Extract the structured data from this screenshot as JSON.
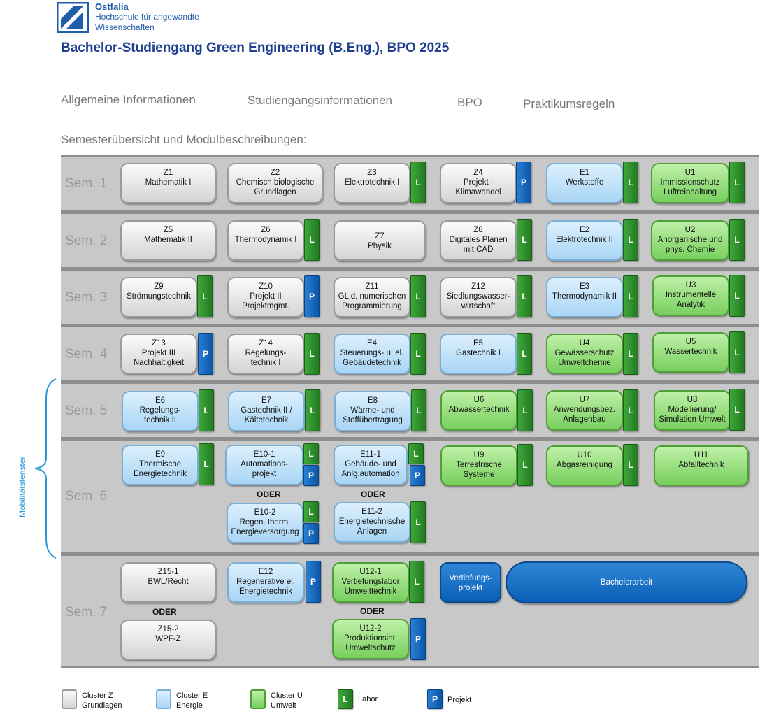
{
  "header": {
    "brand": "Ostfalia",
    "line2": "Hochschule für angewandte",
    "line3": "Wissenschaften",
    "title": "Bachelor-Studiengang Green Engineering (B.Eng.), BPO 2025"
  },
  "nav": {
    "allgemein": "Allgemeine Informationen",
    "studiengang": "Studiengangsinformationen",
    "bpo": "BPO",
    "praktikum": "Praktikumsregeln"
  },
  "subheading": "Semesterübersicht und Modulbeschreibungen:",
  "semesters": {
    "s1": "Sem. 1",
    "s2": "Sem. 2",
    "s3": "Sem. 3",
    "s4": "Sem. 4",
    "s5": "Sem. 5",
    "s6": "Sem. 6",
    "s7": "Sem. 7"
  },
  "modules": {
    "z1": {
      "code": "Z1",
      "name": "Mathematik I"
    },
    "z2": {
      "code": "Z2",
      "name": "Chemisch biologische\nGrundlagen"
    },
    "z3": {
      "code": "Z3",
      "name": "Elektrotechnik I"
    },
    "z4": {
      "code": "Z4",
      "name": "Projekt I\nKlimawandel"
    },
    "e1": {
      "code": "E1",
      "name": "Werkstoffe"
    },
    "u1": {
      "code": "U1",
      "name": "Immissionschutz\nLuftreinhaltung"
    },
    "z5": {
      "code": "Z5",
      "name": "Mathematik II"
    },
    "z6": {
      "code": "Z6",
      "name": "Thermodynamik I"
    },
    "z7": {
      "code": "Z7",
      "name": "Physik"
    },
    "z8": {
      "code": "Z8",
      "name": "Digitales Planen\nmit CAD"
    },
    "e2": {
      "code": "E2",
      "name": "Elektrotechnik II"
    },
    "u2": {
      "code": "U2",
      "name": "Anorganische und\nphys. Chemie"
    },
    "z9": {
      "code": "Z9",
      "name": "Strömungstechnik"
    },
    "z10": {
      "code": "Z10",
      "name": "Projekt II\nProjektmgmt."
    },
    "z11": {
      "code": "Z11",
      "name": "GL d. numerischen\nProgrammierung"
    },
    "z12": {
      "code": "Z12",
      "name": "Siedlungswasser-\nwirtschaft"
    },
    "e3": {
      "code": "E3",
      "name": "Thermodynamik II"
    },
    "u3": {
      "code": "U3",
      "name": "Instrumentelle\nAnalytik"
    },
    "z13": {
      "code": "Z13",
      "name": "Projekt III\nNachhaltigkeit"
    },
    "z14": {
      "code": "Z14",
      "name": "Regelungs-\ntechnik I"
    },
    "e4": {
      "code": "E4",
      "name": "Steuerungs- u. el.\nGebäudetechnik"
    },
    "e5": {
      "code": "E5",
      "name": "Gastechnik I"
    },
    "u4": {
      "code": "U4",
      "name": "Gewässerschutz\nUmweltchemie"
    },
    "u5": {
      "code": "U5",
      "name": "Wassertechnik"
    },
    "e6": {
      "code": "E6",
      "name": "Regelungs-\ntechnik II"
    },
    "e7": {
      "code": "E7",
      "name": "Gastechnik II /\nKältetechnik"
    },
    "e8": {
      "code": "E8",
      "name": "Wärme- und\nStoffübertragung"
    },
    "u6": {
      "code": "U6",
      "name": "Abwassertechnik"
    },
    "u7": {
      "code": "U7",
      "name": "Anwendungsbez.\nAnlagenbau"
    },
    "u8": {
      "code": "U8",
      "name": "Modellierung/\nSimulation Umwelt"
    },
    "e9": {
      "code": "E9",
      "name": "Thermische\nEnergietechnik"
    },
    "e10_1": {
      "code": "E10-1",
      "name": "Automations-\nprojekt"
    },
    "e11_1": {
      "code": "E11-1",
      "name": "Gebäude- und\nAnlg.automation"
    },
    "u9": {
      "code": "U9",
      "name": "Terrestrische\nSysteme"
    },
    "u10": {
      "code": "U10",
      "name": "Abgasreinigung"
    },
    "u11": {
      "code": "U11",
      "name": "Abfalltechnik"
    },
    "e10_2": {
      "code": "E10-2",
      "name": "Regen. therm.\nEnergieversorgung"
    },
    "e11_2": {
      "code": "E11-2",
      "name": "Energietechnische\nAnlagen"
    },
    "z15_1": {
      "code": "Z15-1",
      "name": "BWL/Recht"
    },
    "e12": {
      "code": "E12",
      "name": "Regenerative el.\nEnergietechnik"
    },
    "u12_1": {
      "code": "U12-1",
      "name": "Vertiefungslabor\nUmwelttechnik"
    },
    "vp": {
      "code": "",
      "name": "Vertiefungs-\nprojekt"
    },
    "ba": {
      "code": "",
      "name": "Bachelorarbeit"
    },
    "z15_2": {
      "code": "Z15-2",
      "name": "WPF-Z"
    },
    "u12_2": {
      "code": "U12-2",
      "name": "Produktionsint.\nUmweltschutz"
    }
  },
  "tags": {
    "labor": "L",
    "projekt": "P"
  },
  "oder": "ODER",
  "mobility": "Mobilitätsfenster",
  "legend": {
    "z": "Cluster Z\nGrundlagen",
    "e": "Cluster E\nEnergie",
    "u": "Cluster U\nUmwelt",
    "l": "Labor",
    "p": "Projekt"
  }
}
